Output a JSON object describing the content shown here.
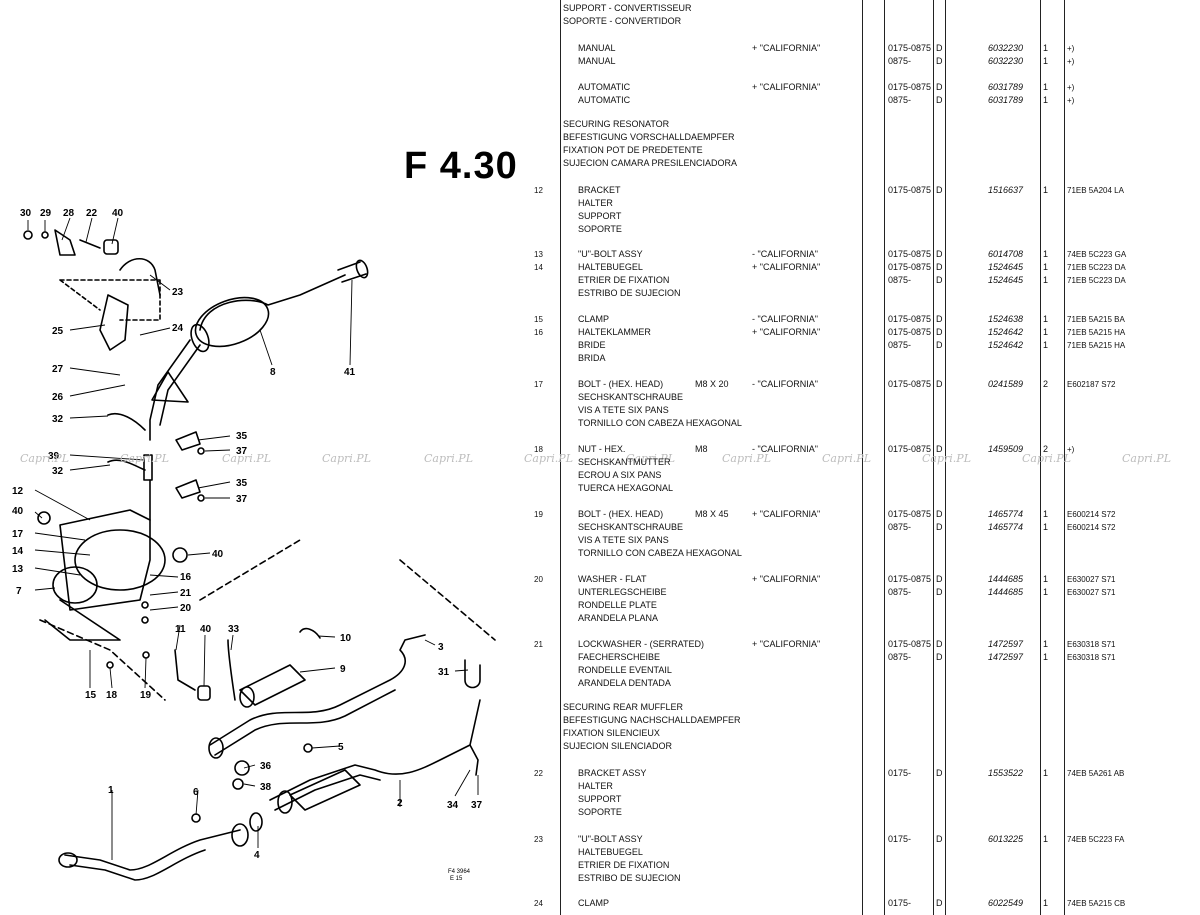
{
  "sheet_title": "F 4.30",
  "watermark": "Capri.PL",
  "diagram": {
    "callouts": [
      "30",
      "29",
      "28",
      "22",
      "40",
      "23",
      "25",
      "24",
      "27",
      "26",
      "8",
      "41",
      "32",
      "35",
      "37",
      "39",
      "32",
      "35",
      "37",
      "12",
      "40",
      "17",
      "14",
      "13",
      "7",
      "40",
      "16",
      "21",
      "20",
      "11",
      "40",
      "33",
      "10",
      "3",
      "9",
      "31",
      "15",
      "18",
      "19",
      "36",
      "38",
      "5",
      "34",
      "37",
      "6",
      "4",
      "2",
      "1"
    ],
    "code": "F4 3964",
    "code2": "E 15"
  },
  "parts": [
    {
      "num": "",
      "desc": "SUPPORT - CONVERTISSEUR",
      "hdr": true
    },
    {
      "num": "",
      "desc": "SOPORTE - CONVERTIDOR",
      "hdr": true
    },
    {
      "num": "",
      "desc": "MANUAL",
      "cond": "+ \"CALIFORNIA\"",
      "date": "0175-0875",
      "code": "D",
      "part": "6032230",
      "qty": "1",
      "ref": "+)"
    },
    {
      "num": "",
      "desc": "MANUAL",
      "date": "0875-",
      "code": "D",
      "part": "6032230",
      "qty": "1",
      "ref": "+)"
    },
    {
      "num": "",
      "desc": "AUTOMATIC",
      "cond": "+ \"CALIFORNIA\"",
      "date": "0175-0875",
      "code": "D",
      "part": "6031789",
      "qty": "1",
      "ref": "+)"
    },
    {
      "num": "",
      "desc": "AUTOMATIC",
      "date": "0875-",
      "code": "D",
      "part": "6031789",
      "qty": "1",
      "ref": "+)"
    },
    {
      "num": "",
      "desc": "SECURING RESONATOR",
      "hdr": true
    },
    {
      "num": "",
      "desc": "BEFESTIGUNG VORSCHALLDAEMPFER",
      "hdr": true
    },
    {
      "num": "",
      "desc": "FIXATION POT DE PREDETENTE",
      "hdr": true
    },
    {
      "num": "",
      "desc": "SUJECION CAMARA PRESILENCIADORA",
      "hdr": true
    },
    {
      "num": "12",
      "desc": "BRACKET",
      "date": "0175-0875",
      "code": "D",
      "part": "1516637",
      "qty": "1",
      "ref": "71EB 5A204 LA"
    },
    {
      "num": "",
      "desc": "HALTER"
    },
    {
      "num": "",
      "desc": "SUPPORT"
    },
    {
      "num": "",
      "desc": "SOPORTE"
    },
    {
      "num": "13",
      "desc": "\"U\"-BOLT ASSY",
      "cond": "- \"CALIFORNIA\"",
      "date": "0175-0875",
      "code": "D",
      "part": "6014708",
      "qty": "1",
      "ref": "74EB 5C223 GA"
    },
    {
      "num": "14",
      "desc": "HALTEBUEGEL",
      "cond": "+ \"CALIFORNIA\"",
      "date": "0175-0875",
      "code": "D",
      "part": "1524645",
      "qty": "1",
      "ref": "71EB 5C223 DA"
    },
    {
      "num": "",
      "desc": "ETRIER DE FIXATION",
      "date": "0875-",
      "code": "D",
      "part": "1524645",
      "qty": "1",
      "ref": "71EB 5C223 DA"
    },
    {
      "num": "",
      "desc": "ESTRIBO DE SUJECION"
    },
    {
      "num": "15",
      "desc": "CLAMP",
      "cond": "- \"CALIFORNIA\"",
      "date": "0175-0875",
      "code": "D",
      "part": "1524638",
      "qty": "1",
      "ref": "71EB 5A215 BA"
    },
    {
      "num": "16",
      "desc": "HALTEKLAMMER",
      "cond": "+ \"CALIFORNIA\"",
      "date": "0175-0875",
      "code": "D",
      "part": "1524642",
      "qty": "1",
      "ref": "71EB 5A215 HA"
    },
    {
      "num": "",
      "desc": "BRIDE",
      "date": "0875-",
      "code": "D",
      "part": "1524642",
      "qty": "1",
      "ref": "71EB 5A215 HA"
    },
    {
      "num": "",
      "desc": "BRIDA"
    },
    {
      "num": "17",
      "desc": "BOLT - (HEX. HEAD)",
      "spec": "M8 X 20",
      "cond": "- \"CALIFORNIA\"",
      "date": "0175-0875",
      "code": "D",
      "part": "0241589",
      "qty": "2",
      "ref": "E602187 S72"
    },
    {
      "num": "",
      "desc": "SECHSKANTSCHRAUBE"
    },
    {
      "num": "",
      "desc": "VIS A TETE SIX PANS"
    },
    {
      "num": "",
      "desc": "TORNILLO CON CABEZA HEXAGONAL"
    },
    {
      "num": "18",
      "desc": "NUT - HEX.",
      "spec": "M8",
      "cond": "- \"CALIFORNIA\"",
      "date": "0175-0875",
      "code": "D",
      "part": "1459509",
      "qty": "2",
      "ref": "+)"
    },
    {
      "num": "",
      "desc": "SECHSKANTMUTTER"
    },
    {
      "num": "",
      "desc": "ECROU A SIX PANS"
    },
    {
      "num": "",
      "desc": "TUERCA HEXAGONAL"
    },
    {
      "num": "19",
      "desc": "BOLT - (HEX. HEAD)",
      "spec": "M8 X 45",
      "cond": "+ \"CALIFORNIA\"",
      "date": "0175-0875",
      "code": "D",
      "part": "1465774",
      "qty": "1",
      "ref": "E600214 S72"
    },
    {
      "num": "",
      "desc": "SECHSKANTSCHRAUBE",
      "date": "0875-",
      "code": "D",
      "part": "1465774",
      "qty": "1",
      "ref": "E600214 S72"
    },
    {
      "num": "",
      "desc": "VIS A TETE SIX PANS"
    },
    {
      "num": "",
      "desc": "TORNILLO CON CABEZA HEXAGONAL"
    },
    {
      "num": "20",
      "desc": "WASHER - FLAT",
      "cond": "+ \"CALIFORNIA\"",
      "date": "0175-0875",
      "code": "D",
      "part": "1444685",
      "qty": "1",
      "ref": "E630027 S71"
    },
    {
      "num": "",
      "desc": "UNTERLEGSCHEIBE",
      "date": "0875-",
      "code": "D",
      "part": "1444685",
      "qty": "1",
      "ref": "E630027 S71"
    },
    {
      "num": "",
      "desc": "RONDELLE PLATE"
    },
    {
      "num": "",
      "desc": "ARANDELA PLANA"
    },
    {
      "num": "21",
      "desc": "LOCKWASHER - (SERRATED)",
      "cond": "+ \"CALIFORNIA\"",
      "date": "0175-0875",
      "code": "D",
      "part": "1472597",
      "qty": "1",
      "ref": "E630318 S71"
    },
    {
      "num": "",
      "desc": "FAECHERSCHEIBE",
      "date": "0875-",
      "code": "D",
      "part": "1472597",
      "qty": "1",
      "ref": "E630318 S71"
    },
    {
      "num": "",
      "desc": "RONDELLE EVENTAIL"
    },
    {
      "num": "",
      "desc": "ARANDELA DENTADA"
    },
    {
      "num": "",
      "desc": "SECURING REAR MUFFLER",
      "hdr": true
    },
    {
      "num": "",
      "desc": "BEFESTIGUNG NACHSCHALLDAEMPFER",
      "hdr": true
    },
    {
      "num": "",
      "desc": "FIXATION SILENCIEUX",
      "hdr": true
    },
    {
      "num": "",
      "desc": "SUJECION SILENCIADOR",
      "hdr": true
    },
    {
      "num": "22",
      "desc": "BRACKET ASSY",
      "date": "0175-",
      "code": "D",
      "part": "1553522",
      "qty": "1",
      "ref": "74EB 5A261 AB"
    },
    {
      "num": "",
      "desc": "HALTER"
    },
    {
      "num": "",
      "desc": "SUPPORT"
    },
    {
      "num": "",
      "desc": "SOPORTE"
    },
    {
      "num": "23",
      "desc": "\"U\"-BOLT ASSY",
      "date": "0175-",
      "code": "D",
      "part": "6013225",
      "qty": "1",
      "ref": "74EB 5C223 FA"
    },
    {
      "num": "",
      "desc": "HALTEBUEGEL"
    },
    {
      "num": "",
      "desc": "ETRIER DE FIXATION"
    },
    {
      "num": "",
      "desc": "ESTRIBO DE SUJECION"
    },
    {
      "num": "24",
      "desc": "CLAMP",
      "date": "0175-",
      "code": "D",
      "part": "6022549",
      "qty": "1",
      "ref": "74EB 5A215 CB"
    }
  ]
}
